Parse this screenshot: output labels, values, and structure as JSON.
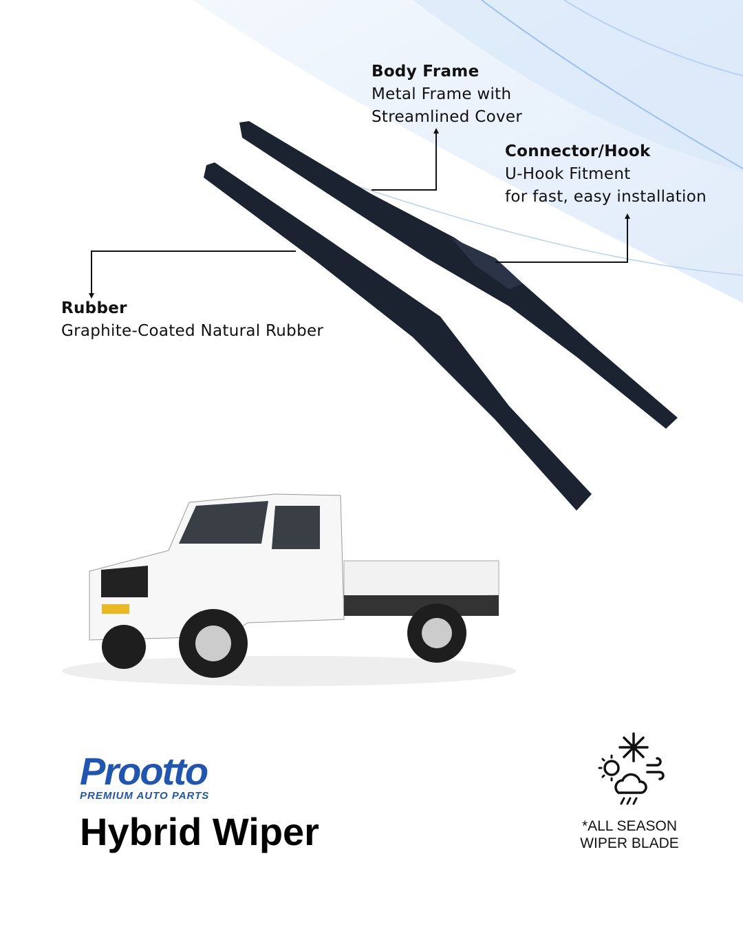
{
  "callouts": {
    "body_frame": {
      "title": "Body Frame",
      "line1": "Metal Frame with",
      "line2": "Streamlined Cover"
    },
    "connector": {
      "title": "Connector/Hook",
      "line1": "U-Hook Fitment",
      "line2": "for fast, easy installation"
    },
    "rubber": {
      "title": "Rubber",
      "line1": "Graphite-Coated Natural Rubber"
    }
  },
  "brand": {
    "name": "Prootto",
    "tagline": "PREMIUM AUTO PARTS",
    "color": "#1f55b3"
  },
  "product": {
    "title": "Hybrid Wiper"
  },
  "badge": {
    "icon": "all-season-weather-icon",
    "line1": "*ALL SEASON",
    "line2": "WIPER BLADE"
  },
  "colors": {
    "wiper": "#1b2331",
    "accent_wave": "#a9c8ee"
  }
}
